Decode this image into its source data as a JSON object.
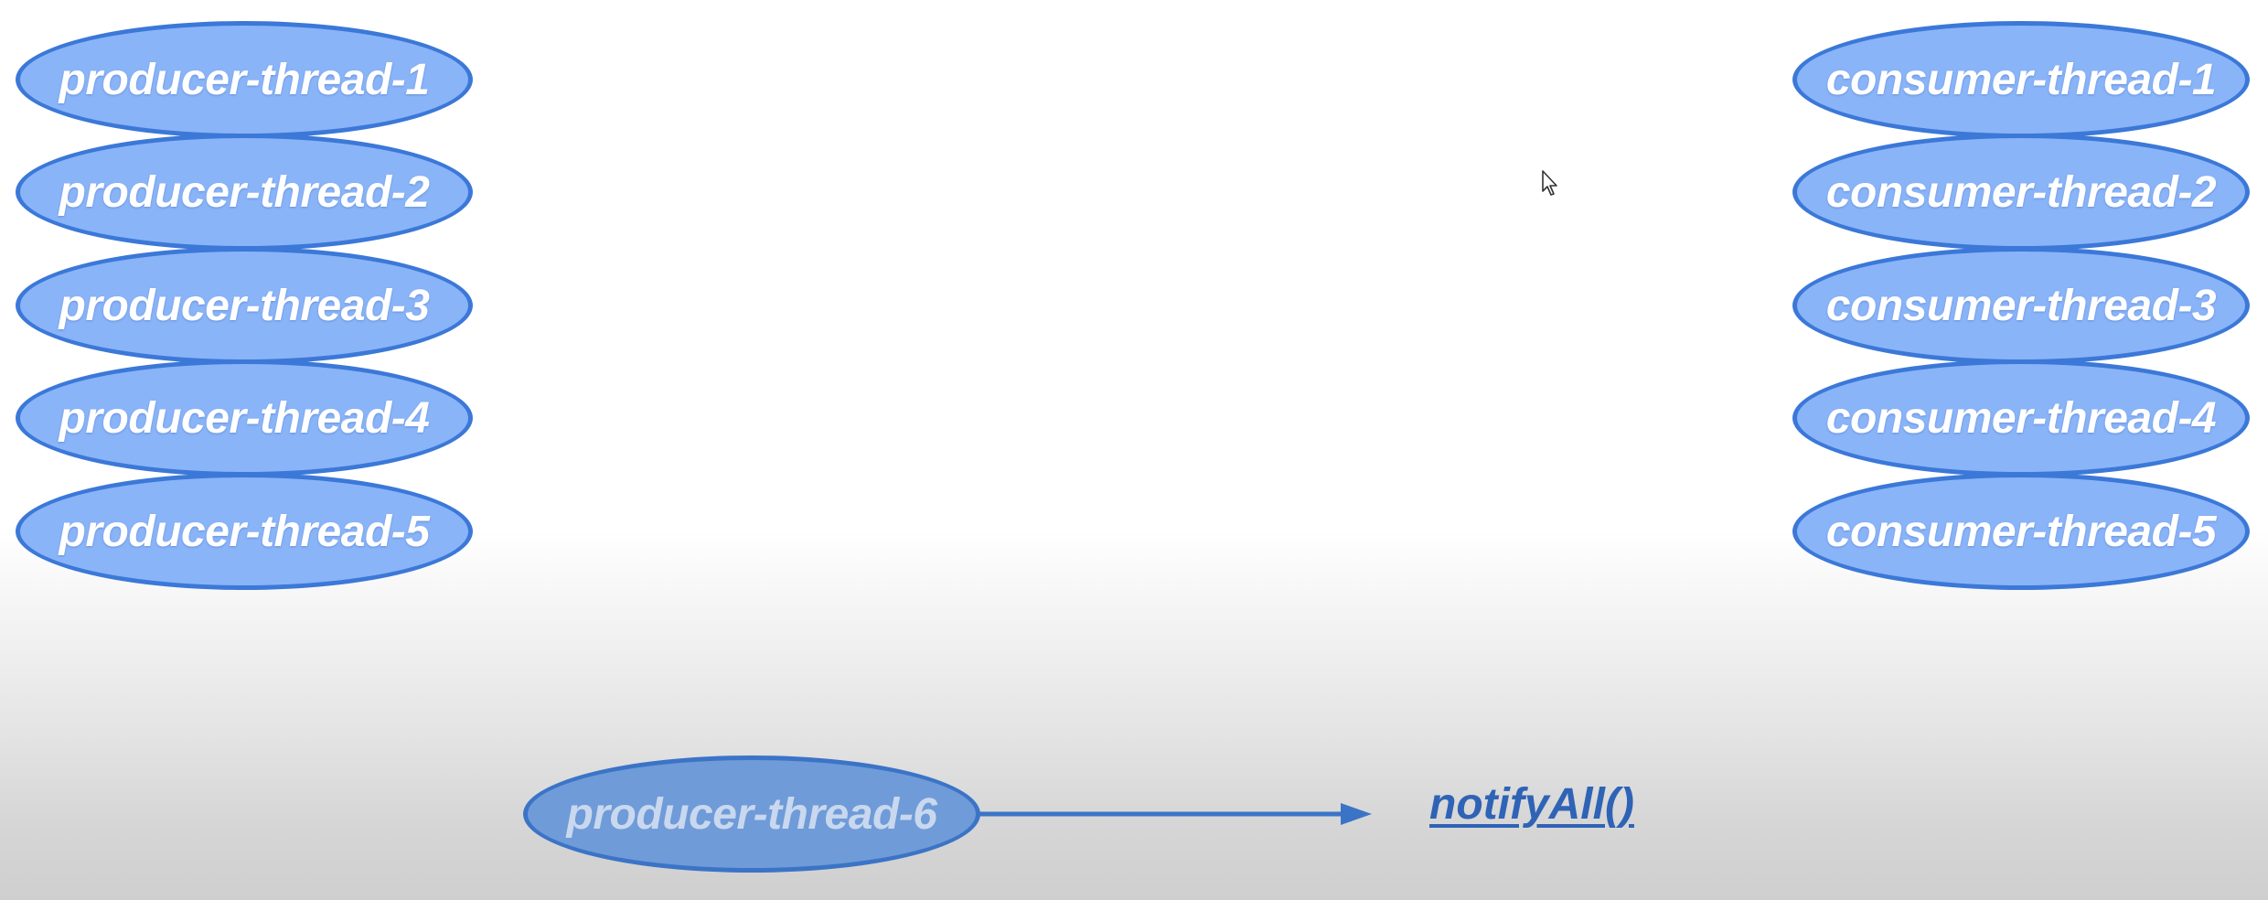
{
  "producers": {
    "items": [
      {
        "label": "producer-thread-1"
      },
      {
        "label": "producer-thread-2"
      },
      {
        "label": "producer-thread-3"
      },
      {
        "label": "producer-thread-4"
      },
      {
        "label": "producer-thread-5"
      }
    ]
  },
  "consumers": {
    "items": [
      {
        "label": "consumer-thread-1"
      },
      {
        "label": "consumer-thread-2"
      },
      {
        "label": "consumer-thread-3"
      },
      {
        "label": "consumer-thread-4"
      },
      {
        "label": "consumer-thread-5"
      }
    ]
  },
  "active_producer": {
    "label": "producer-thread-6"
  },
  "action": {
    "label": "notifyAll()"
  },
  "colors": {
    "pill_fill": "#8ab4f8",
    "pill_border": "#3b78d8",
    "faded_fill": "#6f9bd8",
    "label_link": "#2f63b6"
  },
  "icons": {
    "arrow": "right-arrow-icon",
    "cursor": "mouse-pointer-icon"
  }
}
